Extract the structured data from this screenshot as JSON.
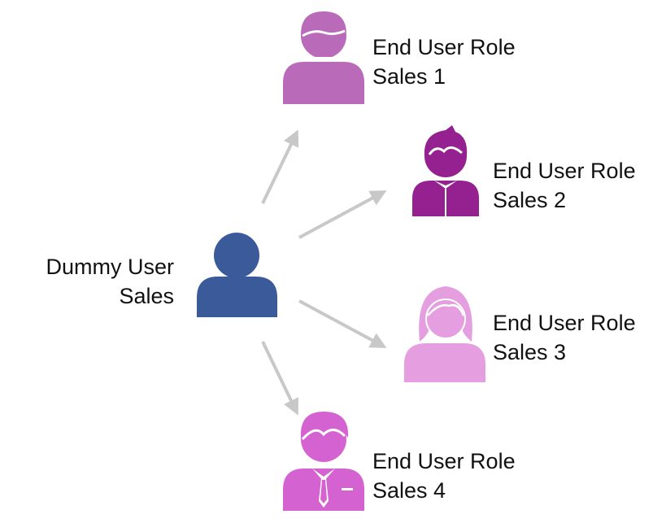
{
  "source": {
    "line1": "Dummy User",
    "line2": "Sales",
    "icon": "person-icon",
    "color": "#3a5a9a"
  },
  "targets": [
    {
      "line1": "End User Role",
      "line2": "Sales 1",
      "icon": "man-icon",
      "color": "#b96bba"
    },
    {
      "line1": "End User Role",
      "line2": "Sales 2",
      "icon": "boy-icon",
      "color": "#94218f"
    },
    {
      "line1": "End User Role",
      "line2": "Sales 3",
      "icon": "woman-icon",
      "color": "#e59fe0"
    },
    {
      "line1": "End User Role",
      "line2": "Sales 4",
      "icon": "businessman-icon",
      "color": "#d562d1"
    }
  ],
  "arrow_color": "#c8c8c8"
}
